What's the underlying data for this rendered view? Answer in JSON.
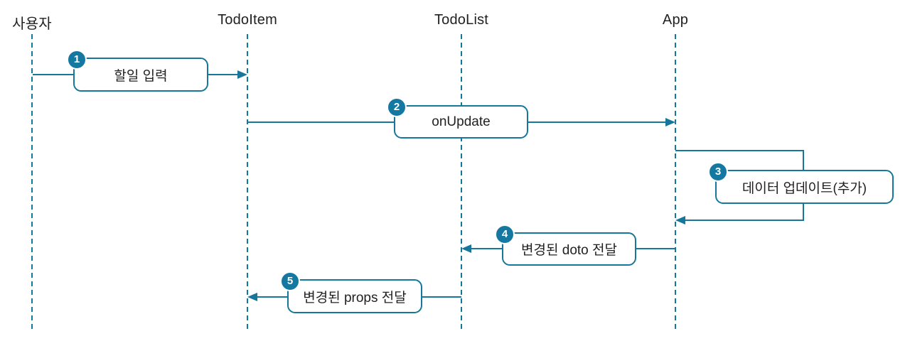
{
  "diagram": {
    "title": "Todo app data flow sequence diagram",
    "colors": {
      "line": "#17779B",
      "badge": "#1478A1",
      "text": "#232020",
      "box_bg": "#FFFFFF"
    },
    "actors": [
      {
        "name": "사용자"
      },
      {
        "name": "TodoItem"
      },
      {
        "name": "TodoList"
      },
      {
        "name": "App"
      }
    ],
    "messages": [
      {
        "step": "1",
        "label": "할일 입력",
        "from": "사용자",
        "to": "TodoItem",
        "self_loop": false
      },
      {
        "step": "2",
        "label": "onUpdate",
        "from": "TodoItem",
        "to": "App",
        "self_loop": false
      },
      {
        "step": "3",
        "label": "데이터 업데이트(추가)",
        "from": "App",
        "to": "App",
        "self_loop": true
      },
      {
        "step": "4",
        "label": "변경된 doto 전달",
        "from": "App",
        "to": "TodoList",
        "self_loop": false
      },
      {
        "step": "5",
        "label": "변경된 props 전달",
        "from": "TodoList",
        "to": "TodoItem",
        "self_loop": false
      }
    ]
  }
}
